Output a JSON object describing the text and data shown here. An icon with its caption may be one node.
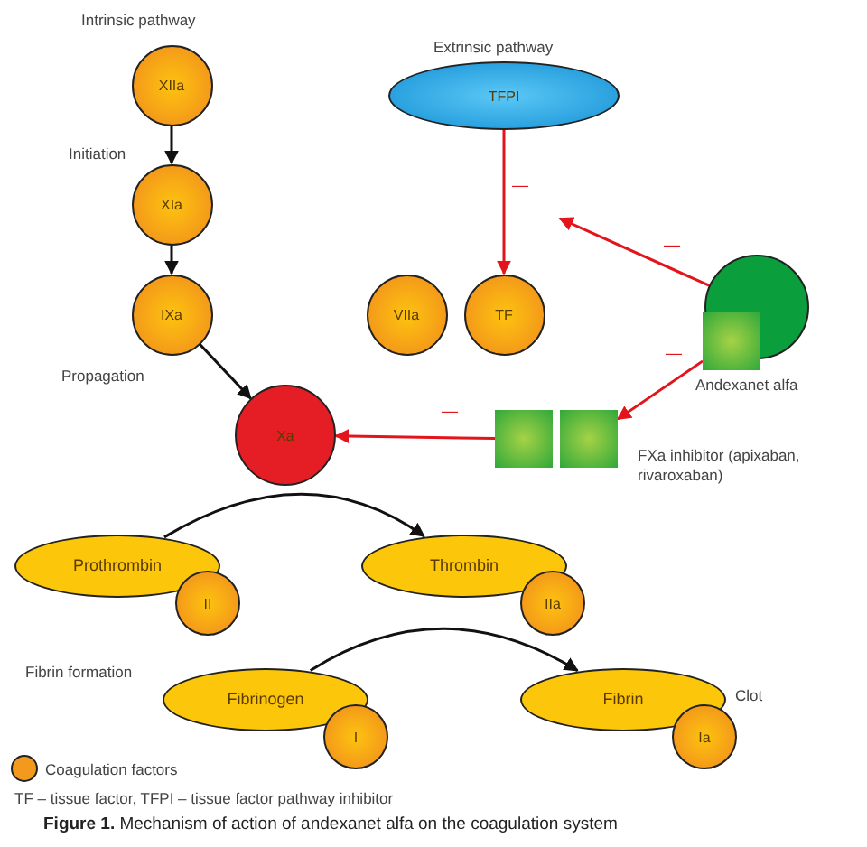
{
  "diagram": {
    "caption": "**Figure 1.** Mechanism of action of andexanet alfa on the coagulation system",
    "nodes": [
      {
        "text": [
          "XIIa"
        ],
        "beside": [
          "Intrinsic pathway"
        ]
      },
      {
        "text": [
          "XIa"
        ]
      },
      {
        "text": [
          "IXa"
        ]
      },
      {
        "text": [
          "TFPI"
        ],
        "beside": [
          "Extrinsic pathway"
        ]
      },
      {
        "text": [
          "VIIa"
        ]
      },
      {
        "text": [
          "TF"
        ]
      },
      {
        "text": [],
        "shape": "circle"
      },
      {
        "text": [],
        "shape": "box",
        "beside": [
          "Andexanet alfa"
        ]
      },
      {
        "text": [],
        "shape": "box"
      },
      {
        "text": [],
        "shape": "box",
        "beside": [
          "FXa inhibitor (apixaban, rivaroxaban)"
        ]
      },
      {
        "text": [
          "Xa"
        ]
      },
      {
        "text": [
          "Prothrombin"
        ]
      },
      {
        "text": [
          "II"
        ]
      },
      {
        "text": [
          "Thrombin"
        ]
      },
      {
        "text": [
          "IIa"
        ]
      },
      {
        "text": [
          "Fibrinogen"
        ]
      },
      {
        "text": [
          "I"
        ]
      },
      {
        "text": [
          "Fibrin"
        ],
        "beside": [
          "Clot"
        ]
      },
      {
        "text": [
          "Ia"
        ]
      }
    ],
    "edges": [
      {
        "from": 0,
        "to": 1,
        "arrow": "to"
      },
      {
        "from": 1,
        "to": 2,
        "arrow": "to"
      },
      {
        "from": 2,
        "to": 10,
        "arrow": "to"
      },
      {
        "from": 3,
        "to": 5,
        "arrow": "to",
        "label": "—",
        "color": "#e3141b"
      },
      {
        "from": 6,
        "to": null,
        "arrow": "to",
        "label": "—",
        "color": "#e3141b"
      },
      {
        "from": 7,
        "to": 9,
        "arrow": "to",
        "label": "—",
        "color": "#e3141b"
      },
      {
        "from": 8,
        "to": 10,
        "arrow": "to",
        "label": "—",
        "color": "#e3141b"
      },
      {
        "from": 11,
        "to": 13,
        "arrow": "to"
      },
      {
        "from": 15,
        "to": 17,
        "arrow": "to"
      }
    ],
    "labels": [
      "Initiation",
      "Propagation",
      "Fibrin formation",
      "TF – tissue factor, TFPI – tissue factor pathway inhibitor"
    ],
    "legend": [
      {
        "text": "Coagulation factors",
        "color": "#f39a1e"
      }
    ]
  }
}
